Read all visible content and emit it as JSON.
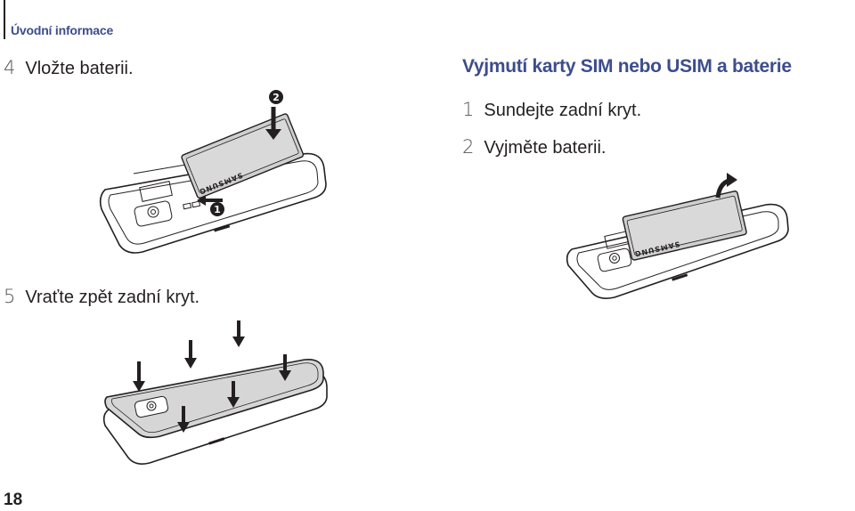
{
  "header": {
    "section": "Úvodní informace"
  },
  "steps_left": [
    {
      "number": "4",
      "text": "Vložte baterii."
    },
    {
      "number": "5",
      "text": "Vraťte zpět zadní kryt."
    }
  ],
  "right_section": {
    "heading": "Vyjmutí karty SIM nebo USIM a baterie",
    "steps": [
      {
        "number": "1",
        "text": "Sundejte zadní kryt."
      },
      {
        "number": "2",
        "text": "Vyjměte baterii."
      }
    ]
  },
  "illustrations": {
    "badges": [
      "1",
      "2"
    ],
    "battery_brand": "SAMSUNG"
  },
  "footer": {
    "page_number": "18"
  }
}
